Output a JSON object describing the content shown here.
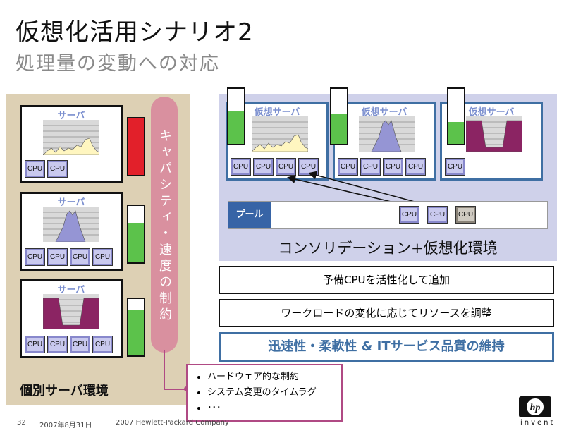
{
  "title": "仮想化活用シナリオ2",
  "subtitle": "処理量の変動への対応",
  "left": {
    "server_label": "サーバ",
    "cpu_label": "CPU",
    "panel_label": "個別サーバ環境"
  },
  "capacity_label": "キャパシティ・速度の制約",
  "right": {
    "vserver_label": "仮想サーバ",
    "cpu_label": "CPU",
    "pool_label": "プール",
    "consolidation_label": "コンソリデーション+仮想化環境"
  },
  "boxes": {
    "reserve": "予備CPUを活性化して追加",
    "workload": "ワークロードの変化に応じてリソースを調整",
    "benefit": "迅速性・柔軟性 & ITサービス品質の維持"
  },
  "constraints": [
    "ハードウェア的な制約",
    "システム変更のタイムラグ",
    "･･･"
  ],
  "footer": {
    "page": "32",
    "date": "2007年8月31日",
    "copyright": "2007 Hewlett-Packard Company"
  },
  "logo": {
    "text": "invent",
    "icon": "hp-logo-icon"
  },
  "colors": {
    "meter_red": "#e2202a",
    "meter_green": "#5cc24b",
    "pool_blue": "#3764a6",
    "panel_beige": "#ddd0b4",
    "panel_lavender": "#cfd1ea",
    "capacity_pink": "#d9909f"
  }
}
